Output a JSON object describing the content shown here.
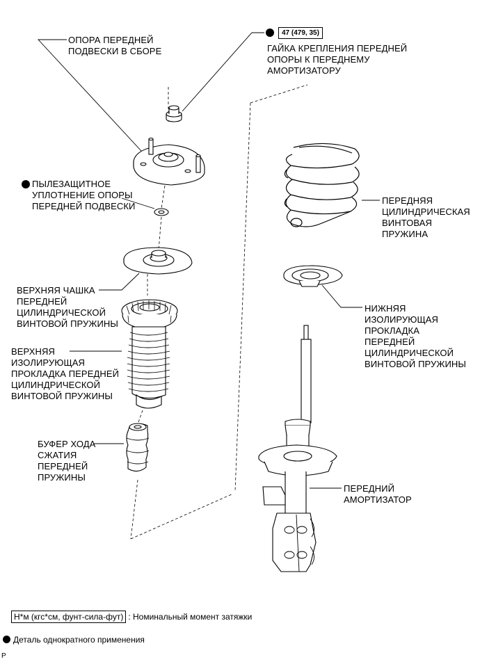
{
  "labels": {
    "upper_support": [
      "ОПОРА ПЕРЕДНЕЙ",
      "ПОДВЕСКИ В СБОРЕ"
    ],
    "nut": [
      "ГАЙКА КРЕПЛЕНИЯ ПЕРЕДНЕЙ",
      "ОПОРЫ К ПЕРЕДНЕМУ",
      "АМОРТИЗАТОРУ"
    ],
    "dust_seal": [
      "ПЫЛЕЗАЩИТНОЕ",
      "УПЛОТНЕНИЕ ОПОРЫ",
      "ПЕРЕДНЕЙ ПОДВЕСКИ"
    ],
    "coil_spring": [
      "ПЕРЕДНЯЯ",
      "ЦИЛИНДРИЧЕСКАЯ",
      "ВИНТОВАЯ",
      "ПРУЖИНА"
    ],
    "upper_seat": [
      "ВЕРХНЯЯ ЧАШКА",
      "ПЕРЕДНЕЙ",
      "ЦИЛИНДРИЧЕСКОЙ",
      "ВИНТОВОЙ ПРУЖИНЫ"
    ],
    "lower_insulator": [
      "НИЖНЯЯ",
      "ИЗОЛИРУЮЩАЯ",
      "ПРОКЛАДКА",
      "ПЕРЕДНЕЙ",
      "ЦИЛИНДРИЧЕСКОЙ",
      "ВИНТОВОЙ ПРУЖИНЫ"
    ],
    "upper_insulator": [
      "ВЕРХНЯЯ",
      "ИЗОЛИРУЮЩАЯ",
      "ПРОКЛАДКА ПЕРЕДНЕЙ",
      "ЦИЛИНДРИЧЕСКОЙ",
      "ВИНТОВОЙ ПРУЖИНЫ"
    ],
    "bump_stopper": [
      "БУФЕР ХОДА",
      "СЖАТИЯ",
      "ПЕРЕДНЕЙ",
      "ПРУЖИНЫ"
    ],
    "shock_absorber": [
      "ПЕРЕДНИЙ",
      "АМОРТИЗАТОР"
    ]
  },
  "torque": "47 (479, 35)",
  "legend": {
    "torque_unit": "Н*м (кгс*см, фунт-сила-фут)",
    "torque_text": ": Номинальный момент затяжки",
    "non_reusable_text": "Деталь однократного применения"
  },
  "corner_mark": "P",
  "colors": {
    "ink": "#000000",
    "background": "#ffffff"
  }
}
